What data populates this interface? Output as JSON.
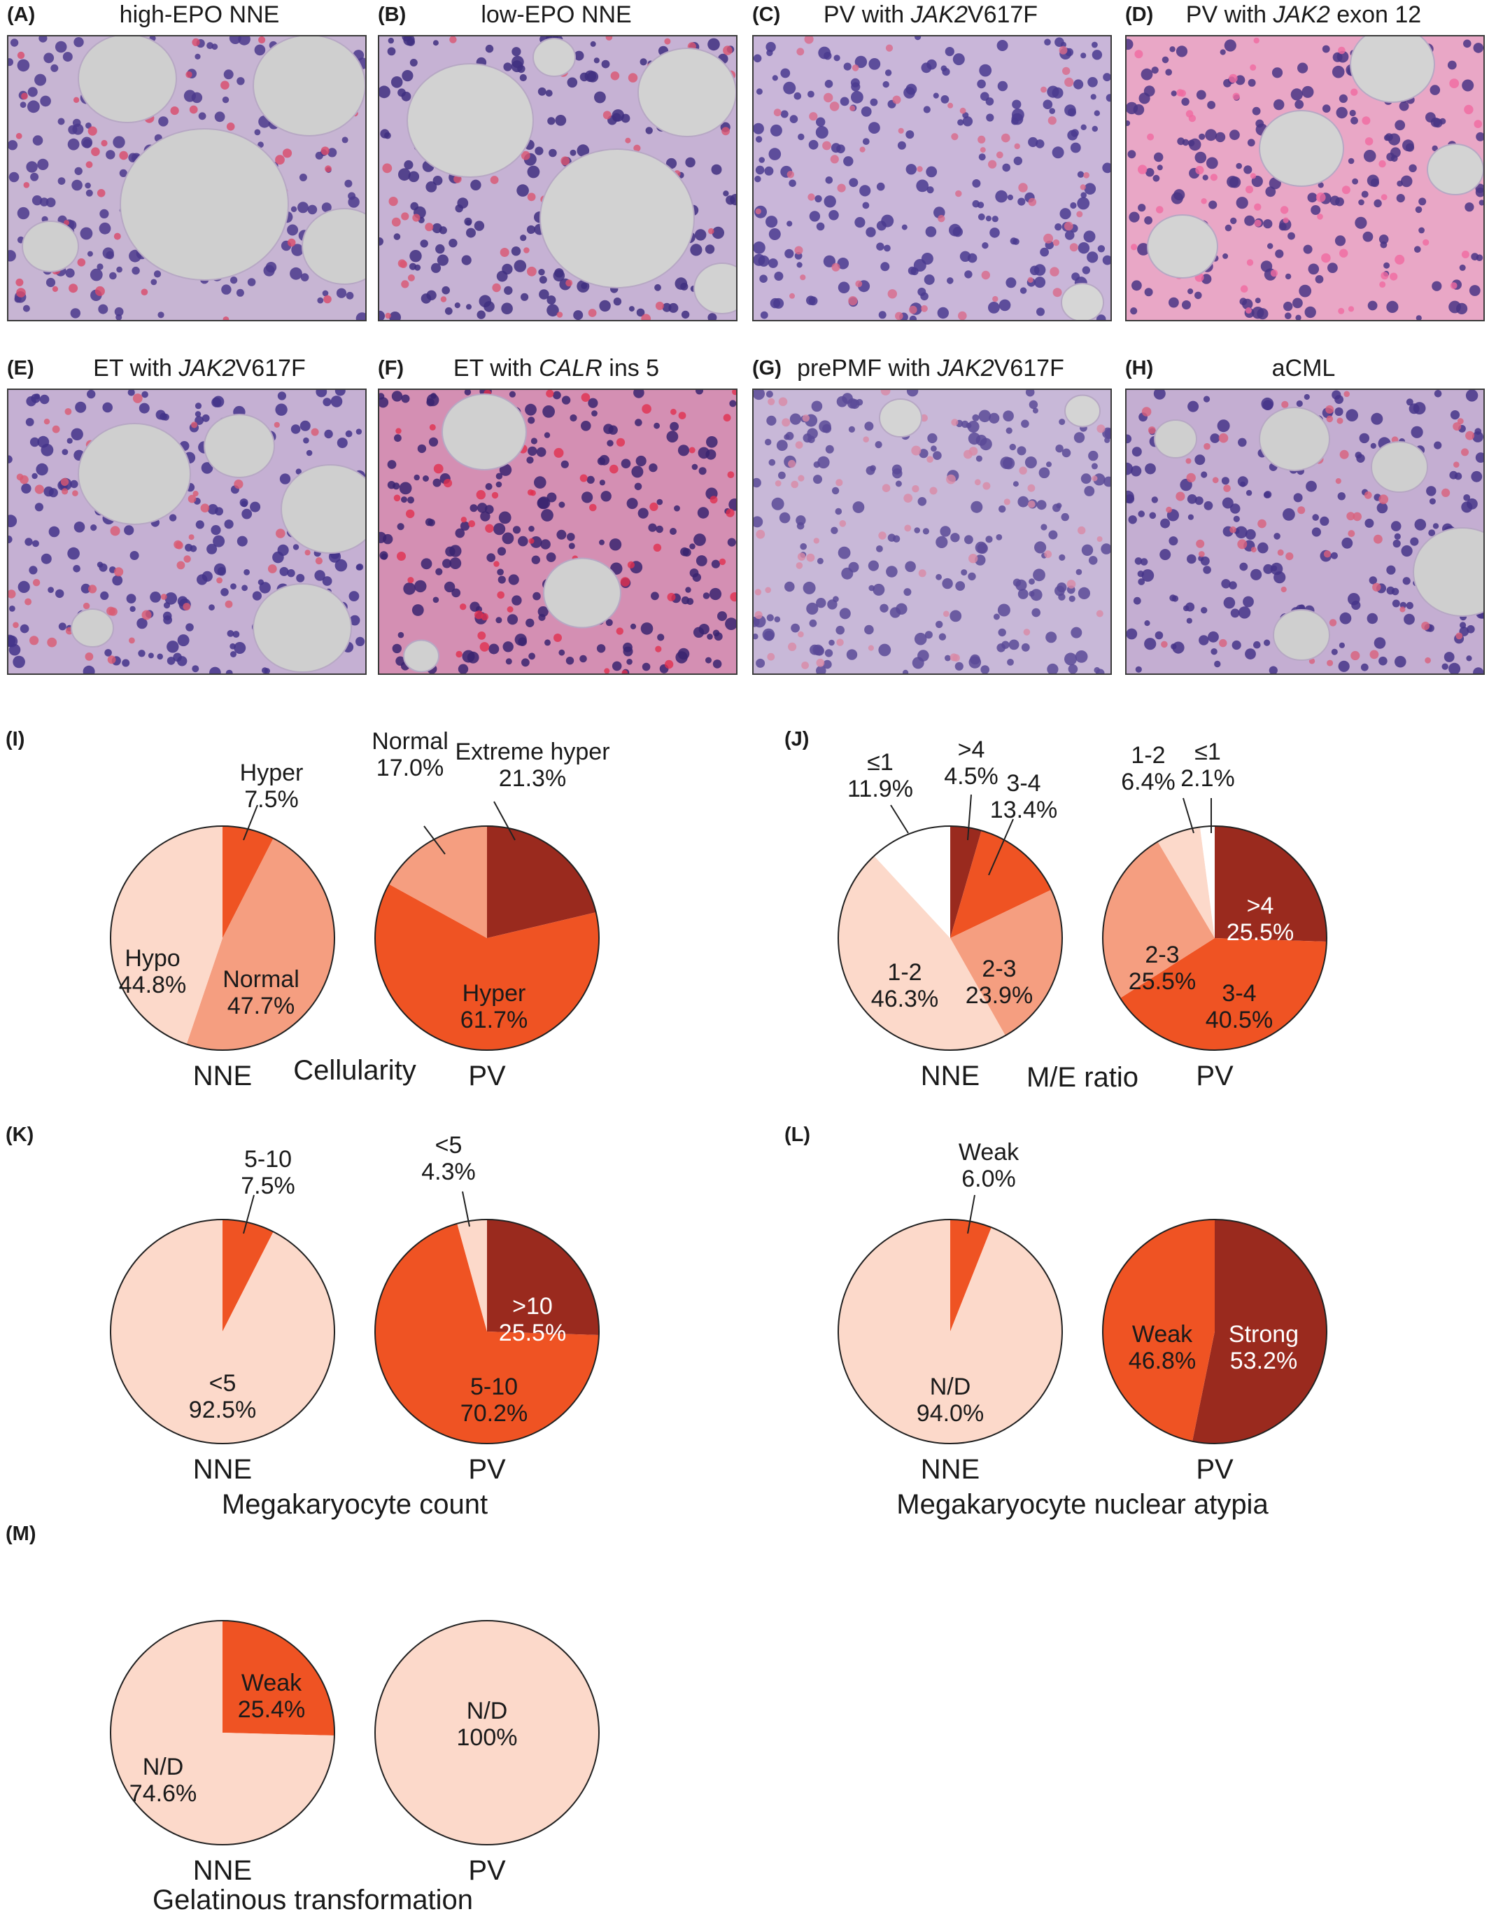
{
  "micrographs": [
    {
      "label": "(A)",
      "title_parts": [
        {
          "t": "high-EPO NNE",
          "i": false
        }
      ]
    },
    {
      "label": "(B)",
      "title_parts": [
        {
          "t": "low-EPO NNE",
          "i": false
        }
      ]
    },
    {
      "label": "(C)",
      "title_parts": [
        {
          "t": "PV with ",
          "i": false
        },
        {
          "t": "JAK2",
          "i": true
        },
        {
          "t": "V617F",
          "i": false
        }
      ]
    },
    {
      "label": "(D)",
      "title_parts": [
        {
          "t": "PV with ",
          "i": false
        },
        {
          "t": "JAK2",
          "i": true
        },
        {
          "t": " exon 12",
          "i": false
        }
      ]
    },
    {
      "label": "(E)",
      "title_parts": [
        {
          "t": "ET with ",
          "i": false
        },
        {
          "t": "JAK2",
          "i": true
        },
        {
          "t": "V617F",
          "i": false
        }
      ]
    },
    {
      "label": "(F)",
      "title_parts": [
        {
          "t": "ET with ",
          "i": false
        },
        {
          "t": "CALR",
          "i": true
        },
        {
          "t": " ins 5",
          "i": false
        }
      ]
    },
    {
      "label": "(G)",
      "title_parts": [
        {
          "t": "prePMF with ",
          "i": false
        },
        {
          "t": "JAK2",
          "i": true
        },
        {
          "t": "V617F",
          "i": false
        }
      ]
    },
    {
      "label": "(H)",
      "title_parts": [
        {
          "t": "aCML",
          "i": false
        }
      ]
    }
  ],
  "colors": {
    "lightest": "#fcd9ca",
    "light": "#f59e80",
    "orange": "#ef5323",
    "dark": "#9a2a1e",
    "white": "#ffffff",
    "outline": "#222222",
    "label_on_dark": "#ffffff",
    "label_default": "#1a1a1a"
  },
  "chart_data": [
    {
      "panel": "(I)",
      "type": "pie",
      "title": "Cellularity",
      "pies": [
        {
          "group": "NNE",
          "slices": [
            {
              "name": "Hyper",
              "value": 7.5,
              "pct": "7.5%",
              "color": "orange"
            },
            {
              "name": "Normal",
              "value": 47.7,
              "pct": "47.7%",
              "color": "light"
            },
            {
              "name": "Hypo",
              "value": 44.8,
              "pct": "44.8%",
              "color": "lightest"
            }
          ]
        },
        {
          "group": "PV",
          "slices": [
            {
              "name": "Extreme hyper",
              "value": 21.3,
              "pct": "21.3%",
              "color": "dark"
            },
            {
              "name": "Hyper",
              "value": 61.7,
              "pct": "61.7%",
              "color": "orange"
            },
            {
              "name": "Normal",
              "value": 17.0,
              "pct": "17.0%",
              "color": "light"
            }
          ]
        }
      ]
    },
    {
      "panel": "(J)",
      "type": "pie",
      "title": "M/E ratio",
      "pies": [
        {
          "group": "NNE",
          "slices": [
            {
              "name": ">4",
              "value": 4.5,
              "pct": "4.5%",
              "color": "dark"
            },
            {
              "name": "3-4",
              "value": 13.4,
              "pct": "13.4%",
              "color": "orange"
            },
            {
              "name": "2-3",
              "value": 23.9,
              "pct": "23.9%",
              "color": "light"
            },
            {
              "name": "1-2",
              "value": 46.3,
              "pct": "46.3%",
              "color": "lightest"
            },
            {
              "name": "≤1",
              "value": 11.9,
              "pct": "11.9%",
              "color": "white"
            }
          ]
        },
        {
          "group": "PV",
          "slices": [
            {
              "name": ">4",
              "value": 25.5,
              "pct": "25.5%",
              "color": "dark"
            },
            {
              "name": "3-4",
              "value": 40.5,
              "pct": "40.5%",
              "color": "orange"
            },
            {
              "name": "2-3",
              "value": 25.5,
              "pct": "25.5%",
              "color": "light"
            },
            {
              "name": "1-2",
              "value": 6.4,
              "pct": "6.4%",
              "color": "lightest"
            },
            {
              "name": "≤1",
              "value": 2.1,
              "pct": "2.1%",
              "color": "white"
            }
          ]
        }
      ]
    },
    {
      "panel": "(K)",
      "type": "pie",
      "title": "Megakaryocyte count",
      "pies": [
        {
          "group": "NNE",
          "slices": [
            {
              "name": "5-10",
              "value": 7.5,
              "pct": "7.5%",
              "color": "orange"
            },
            {
              "name": "<5",
              "value": 92.5,
              "pct": "92.5%",
              "color": "lightest"
            }
          ]
        },
        {
          "group": "PV",
          "slices": [
            {
              "name": ">10",
              "value": 25.5,
              "pct": "25.5%",
              "color": "dark"
            },
            {
              "name": "5-10",
              "value": 70.2,
              "pct": "70.2%",
              "color": "orange"
            },
            {
              "name": "<5",
              "value": 4.3,
              "pct": "4.3%",
              "color": "lightest"
            }
          ]
        }
      ]
    },
    {
      "panel": "(L)",
      "type": "pie",
      "title": "Megakaryocyte nuclear atypia",
      "pies": [
        {
          "group": "NNE",
          "slices": [
            {
              "name": "Weak",
              "value": 6.0,
              "pct": "6.0%",
              "color": "orange"
            },
            {
              "name": "N/D",
              "value": 94.0,
              "pct": "94.0%",
              "color": "lightest"
            }
          ]
        },
        {
          "group": "PV",
          "slices": [
            {
              "name": "Strong",
              "value": 53.2,
              "pct": "53.2%",
              "color": "dark"
            },
            {
              "name": "Weak",
              "value": 46.8,
              "pct": "46.8%",
              "color": "orange"
            }
          ]
        }
      ]
    },
    {
      "panel": "(M)",
      "type": "pie",
      "title": "Gelatinous transformation",
      "pies": [
        {
          "group": "NNE",
          "slices": [
            {
              "name": "Weak",
              "value": 25.4,
              "pct": "25.4%",
              "color": "orange"
            },
            {
              "name": "N/D",
              "value": 74.6,
              "pct": "74.6%",
              "color": "lightest"
            }
          ]
        },
        {
          "group": "PV",
          "slices": [
            {
              "name": "N/D",
              "value": 100,
              "pct": "100%",
              "color": "lightest"
            }
          ]
        }
      ]
    }
  ]
}
